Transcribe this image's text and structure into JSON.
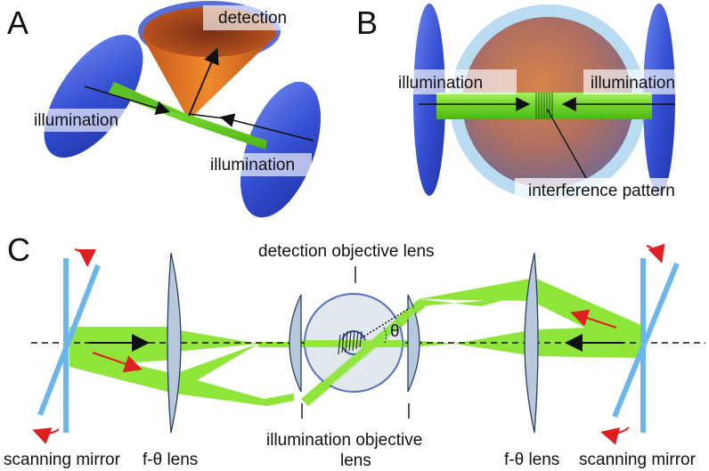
{
  "panels": {
    "A": {
      "letter": "A",
      "labels": {
        "detection": "detection",
        "illumination_left": "illumination",
        "illumination_right": "illumination"
      }
    },
    "B": {
      "letter": "B",
      "labels": {
        "illumination_left": "illumination",
        "illumination_right": "illumination",
        "interference": "interference pattern"
      }
    },
    "C": {
      "letter": "C",
      "labels": {
        "detection_objective": "detection objective lens",
        "illumination_objective_line1": "illumination objective",
        "illumination_objective_line2": "lens",
        "theta": "θ",
        "ftheta_left": "f-θ lens",
        "ftheta_right": "f-θ lens",
        "scanning_left": "scanning mirror",
        "scanning_right": "scanning mirror"
      }
    }
  },
  "colors": {
    "lens_blue": "#3b55d8",
    "beam_green": "#86e33a",
    "cone_orange": "#e0731f",
    "sample_light_blue": "#a9d3ee",
    "lens_gray": "#b9c9dc",
    "mirror_blue": "#6bb7ea",
    "arrow_red": "#e02020"
  }
}
